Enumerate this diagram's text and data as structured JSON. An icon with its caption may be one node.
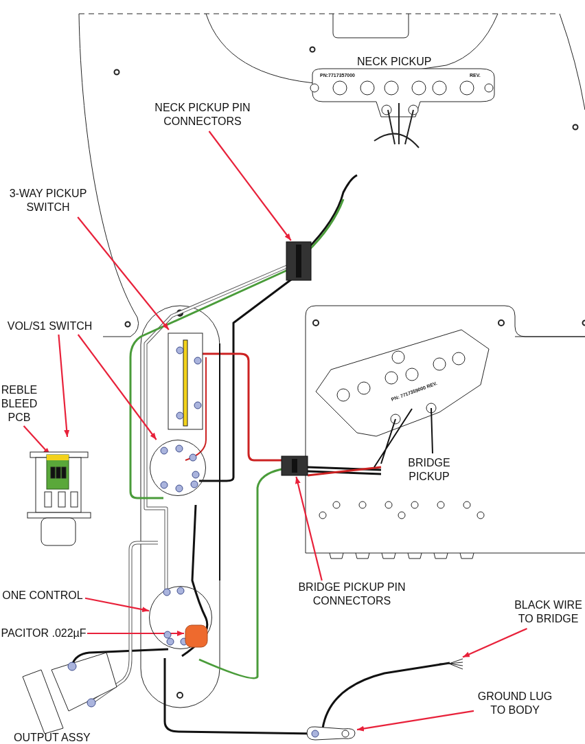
{
  "diagram": {
    "nodes": [
      {
        "text": [
          "NECK PICKUP PIN CONNECTORS"
        ]
      },
      {
        "text": [],
        "shape": "box"
      },
      {
        "text": [
          "3-WAY PICKUP SWITCH"
        ]
      },
      {
        "text": [],
        "shape": "picture"
      },
      {
        "text": [
          "VOL/S1 SWITCH"
        ]
      },
      {
        "text": [
          "REBLE BLEED PCB"
        ]
      },
      {
        "text": [],
        "shape": "picture"
      },
      {
        "text": [],
        "shape": "picture",
        "in": 6
      },
      {
        "text": [],
        "shape": "circle"
      },
      {
        "text": [
          "BRIDGE PICKUP PIN CONNECTORS"
        ]
      },
      {
        "text": [],
        "shape": "box"
      },
      {
        "text": [
          "ONE CONTROL"
        ]
      },
      {
        "text": [],
        "shape": "circle"
      },
      {
        "text": [
          "PACITOR .022µF"
        ]
      },
      {
        "text": [],
        "shape": "box",
        "in": 12
      },
      {
        "text": [
          "BLACK WIRE TO BRIDGE"
        ]
      },
      {
        "text": [],
        "shape": "picture"
      },
      {
        "text": [
          "GROUND LUG TO BODY"
        ]
      },
      {
        "text": [],
        "shape": "picture"
      }
    ],
    "edges": [
      {
        "from": 0,
        "to": 1,
        "arrow": "to"
      },
      {
        "from": 2,
        "to": 3,
        "arrow": "to"
      },
      {
        "from": 4,
        "to": 6,
        "arrow": "to"
      },
      {
        "from": 4,
        "to": 8,
        "arrow": "to"
      },
      {
        "from": 5,
        "to": 7,
        "arrow": "to"
      },
      {
        "from": 9,
        "to": 10,
        "arrow": "to"
      },
      {
        "from": 11,
        "to": 12,
        "arrow": "to"
      },
      {
        "from": 13,
        "to": 14,
        "arrow": "to"
      },
      {
        "from": 15,
        "to": 16,
        "arrow": "to"
      },
      {
        "from": 17,
        "to": 18,
        "arrow": "to"
      }
    ],
    "labels": [
      "NECK PICKUP",
      "PN:7717357000",
      "REV.",
      "PN: 7717359000 REV.",
      "BRIDGE PICKUP",
      "OUTPUT ASSY"
    ]
  }
}
